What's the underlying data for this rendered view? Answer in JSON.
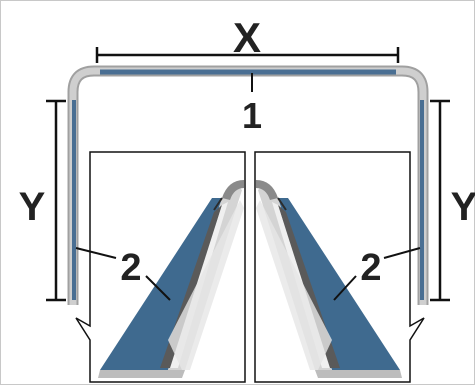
{
  "labels": {
    "x": "X",
    "y_left": "Y",
    "y_right": "Y",
    "one": "1",
    "two_left": "2",
    "two_right": "2"
  },
  "colors": {
    "border": "#c8c8c8",
    "strip_blue": "#4a6f93",
    "profile_blue": "#3f6a8f",
    "frame_gray": "#a8a8a8",
    "dark_gray": "#5a5a5a",
    "light_gray": "#d9d9d9",
    "line": "#111111"
  }
}
